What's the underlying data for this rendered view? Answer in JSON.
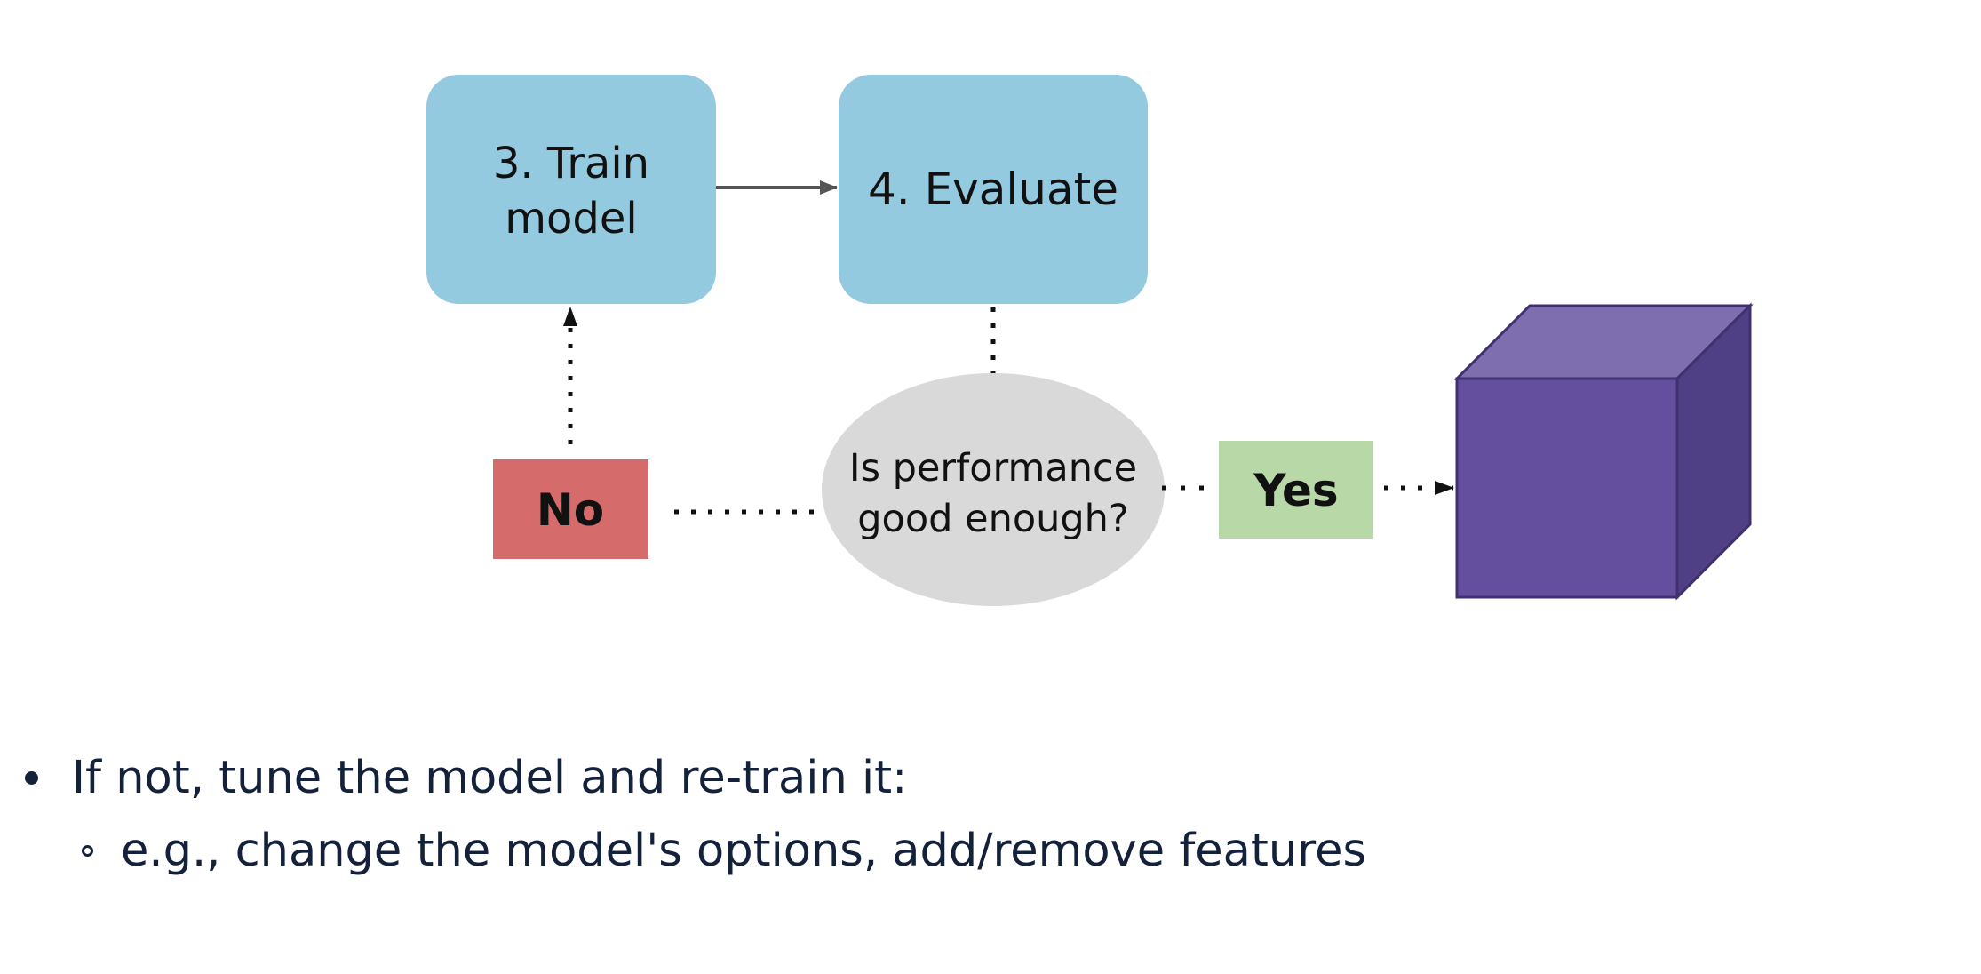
{
  "diagram": {
    "train_box": {
      "line1": "3. Train",
      "line2": "model"
    },
    "evaluate_box": {
      "label": "4. Evaluate"
    },
    "decision": {
      "line1": "Is performance",
      "line2": "good enough?"
    },
    "no_label": "No",
    "yes_label": "Yes",
    "colors": {
      "step_box": "#94cadf",
      "decision": "#d9d9d9",
      "no": "#d56b6b",
      "yes": "#b9d8a8",
      "cube_front": "#634f9e",
      "cube_top": "#7e6daf",
      "cube_side": "#4f3f84"
    }
  },
  "bullets": {
    "level1": "If not, tune the model and re-train it:",
    "level2": "e.g., change the model's options, add/remove features"
  }
}
